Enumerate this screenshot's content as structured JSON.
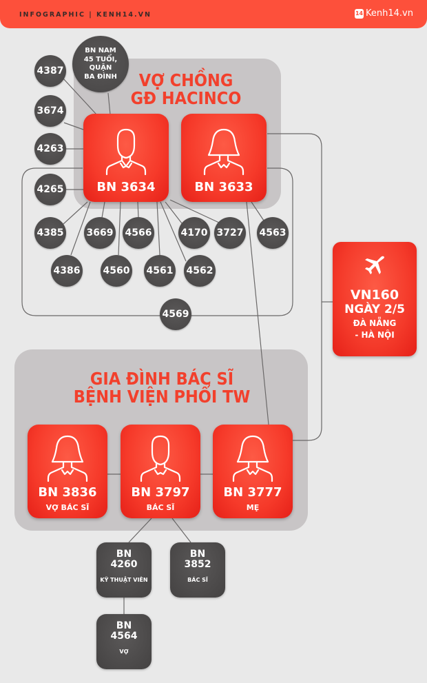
{
  "header": {
    "title": "INFOGRAPHIC  |  KENH14.VN",
    "logo_badge": "14",
    "logo_text": "Kenh14.vn",
    "color": "#fd503b"
  },
  "group_hacinco": {
    "title_line1": "VỢ CHỒNG",
    "title_line2": "GĐ HACINCO",
    "patients": [
      {
        "bn": "BN 3634",
        "icon": "male-person-icon"
      },
      {
        "bn": "BN 3633",
        "icon": "female-person-icon"
      }
    ]
  },
  "contacts": {
    "origin": {
      "line1": "BN NAM",
      "line2": "45 TUỔI,",
      "line3": "QUẬN",
      "line4": "BA ĐÌNH"
    },
    "circles": [
      "4387",
      "3674",
      "4263",
      "4265",
      "4385",
      "3669",
      "4566",
      "4170",
      "3727",
      "4563",
      "4386",
      "4560",
      "4561",
      "4562",
      "4569"
    ]
  },
  "flight": {
    "icon": "airplane-icon",
    "code": "VN160",
    "date": "NGÀY 2/5",
    "route_line1": "ĐÀ NẴNG",
    "route_line2": "- HÀ NỘI"
  },
  "group_doctor": {
    "title_line1": "GIA ĐÌNH BÁC SĨ",
    "title_line2": "BỆNH VIỆN PHỔI TW",
    "patients": [
      {
        "bn": "BN 3836",
        "role": "VỢ BÁC SĨ",
        "icon": "female-person-icon"
      },
      {
        "bn": "BN 3797",
        "role": "BÁC SĨ",
        "icon": "male-person-icon"
      },
      {
        "bn": "BN 3777",
        "role": "MẸ",
        "icon": "female-person-icon"
      }
    ]
  },
  "secondary": [
    {
      "l1": "BN",
      "l2": "4260",
      "role": "KỸ THUẬT VIÊN"
    },
    {
      "l1": "BN",
      "l2": "3852",
      "role": "BÁC SĨ"
    },
    {
      "l1": "BN",
      "l2": "4564",
      "role": "VỢ"
    }
  ]
}
